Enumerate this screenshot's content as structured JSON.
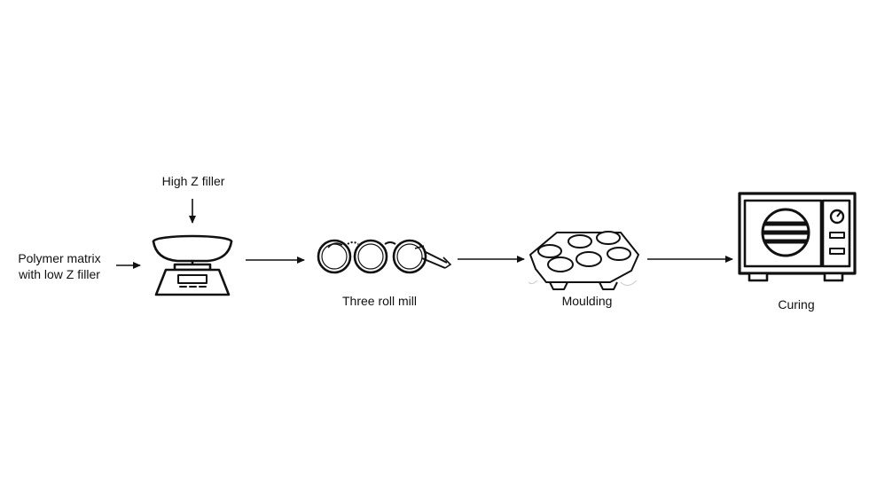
{
  "diagram": {
    "input_label_line1": "Polymer matrix",
    "input_label_line2": "with low Z filler",
    "filler_label": "High Z filler",
    "steps": [
      {
        "label": "Three roll mill",
        "icon": "three-roll-mill-icon"
      },
      {
        "label": "Moulding",
        "icon": "muffin-tray-icon"
      },
      {
        "label": "Curing",
        "icon": "oven-icon"
      }
    ],
    "weighing_icon": "kitchen-scale-icon"
  }
}
